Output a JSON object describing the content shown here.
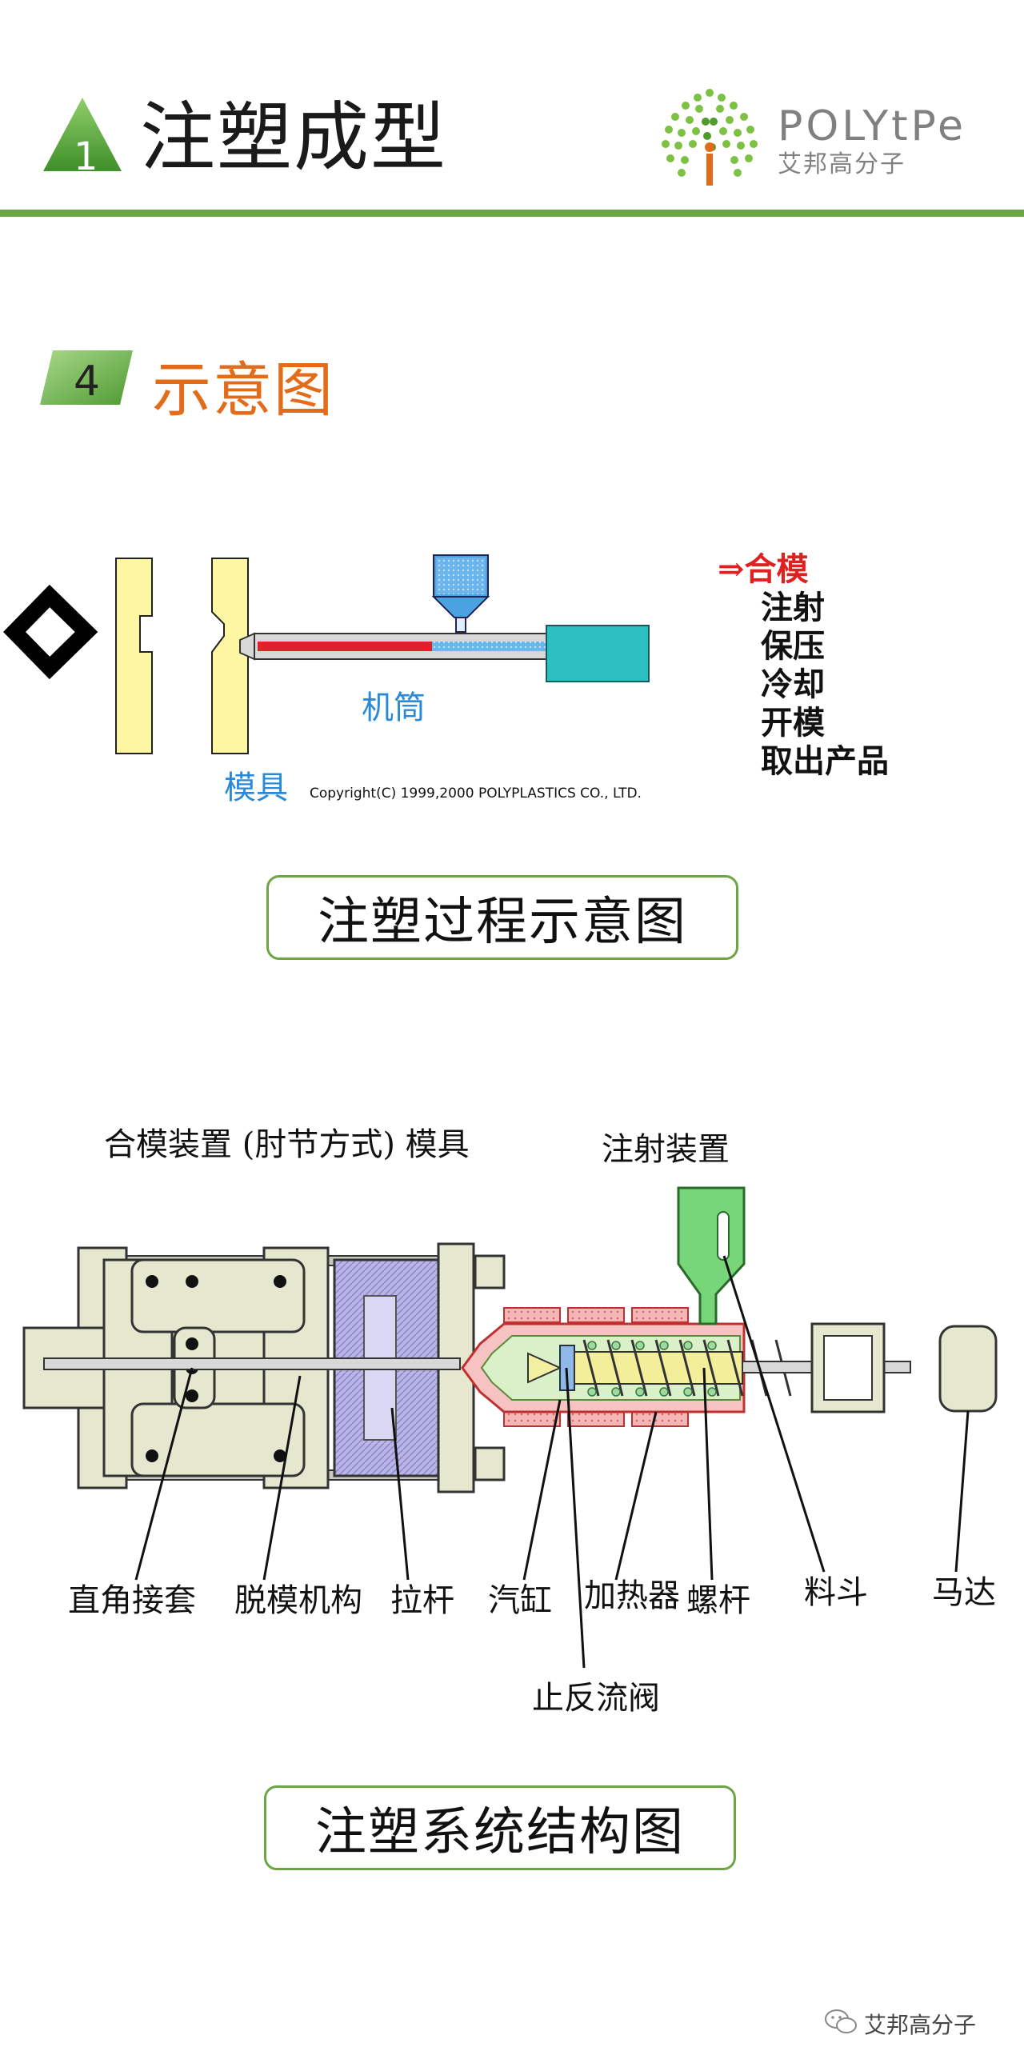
{
  "header": {
    "title": "注塑成型",
    "section_number": "1",
    "brand_name_en": "POLYtPe",
    "brand_name_cn": "艾邦高分子"
  },
  "section": {
    "number": "4",
    "title": "示意图"
  },
  "diagram1": {
    "steps": [
      "⇒合模",
      "注射",
      "保压",
      "冷却",
      "开模",
      "取出产品"
    ],
    "current_step_index": 0,
    "labels": {
      "barrel": "机筒",
      "mold": "模具"
    },
    "copyright": "Copyright(C) 1999,2000 POLYPLASTICS CO., LTD.",
    "caption": "注塑过程示意图"
  },
  "diagram2": {
    "labels": {
      "clamping": "合模装置 (肘节方式) 模具",
      "injection": "注射装置",
      "toggle_sleeve": "直角接套",
      "ejector": "脱模机构",
      "tie_bar": "拉杆",
      "cylinder": "汽缸",
      "heater": "加热器",
      "screw": "螺杆",
      "hopper": "料斗",
      "motor": "马达",
      "check_valve": "止反流阀"
    },
    "caption": "注塑系统结构图"
  },
  "footer": {
    "text": "艾邦高分子"
  },
  "colors": {
    "accent_green": "#6ba544",
    "section_orange": "#e36c1a",
    "step_active_red": "#e02020",
    "label_blue": "#2a8ad8"
  }
}
